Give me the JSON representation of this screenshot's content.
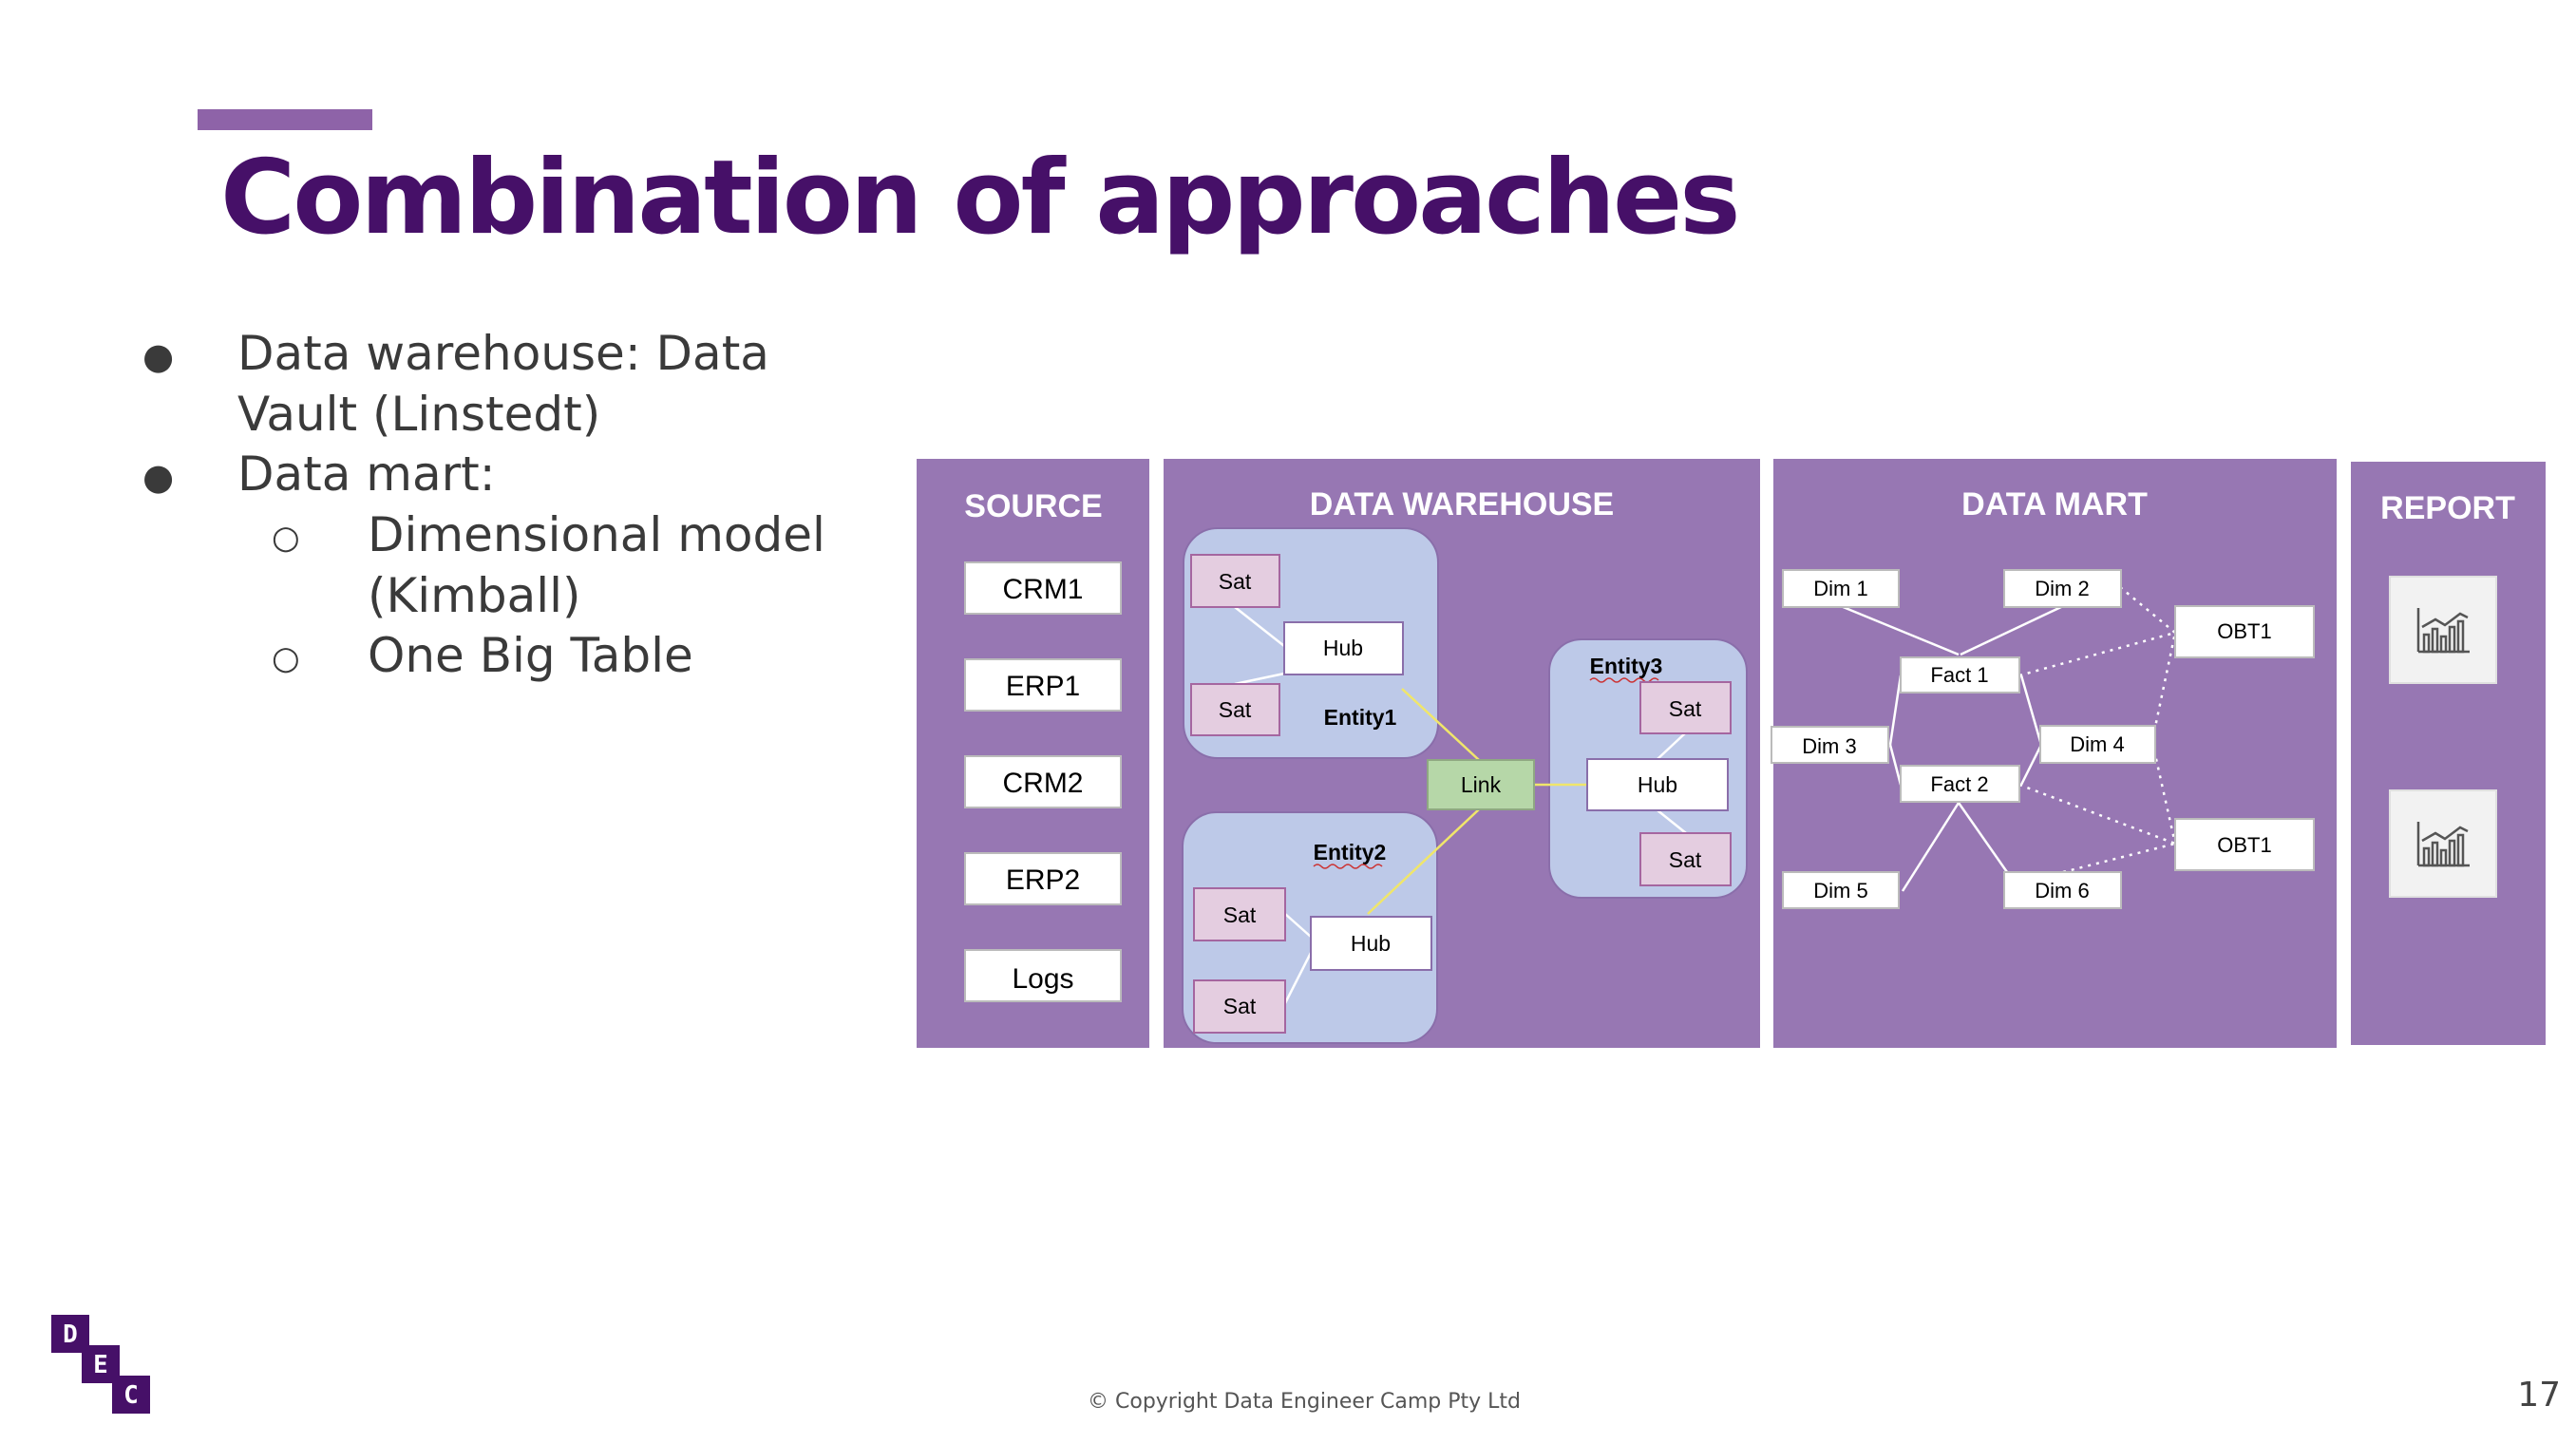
{
  "slide": {
    "title": "Combination of approaches",
    "bullets": [
      {
        "lines": [
          "Data warehouse: Data",
          "Vault (Linstedt)"
        ]
      },
      {
        "lines": [
          "Data mart:"
        ],
        "children": [
          {
            "lines": [
              "Dimensional model",
              "(Kimball)"
            ]
          },
          {
            "lines": [
              "One Big Table"
            ]
          }
        ]
      }
    ],
    "bullet_glyph": "●",
    "sub_bullet_glyph": "○",
    "footer": "© Copyright Data Engineer Camp Pty Ltd",
    "page_number": "17",
    "logo_letters": [
      "D",
      "E",
      "C"
    ]
  },
  "diagram": {
    "colors": {
      "panel": "#9777b3",
      "entity": "#bdc9e8",
      "sat": "#e4cde0",
      "link": "#b6d7a8",
      "connector": "#ffffff",
      "link_connector": "#f0e66a",
      "brand": "#461068"
    },
    "panels": {
      "source": "SOURCE",
      "warehouse": "DATA WAREHOUSE",
      "mart": "DATA MART",
      "report": "REPORT"
    },
    "sources": [
      "CRM1",
      "ERP1",
      "CRM2",
      "ERP2",
      "Logs"
    ],
    "entities": {
      "entity1": {
        "label": "Entity1",
        "hub": "Hub",
        "sat_a": "Sat",
        "sat_b": "Sat"
      },
      "entity2": {
        "label": "Entity2",
        "hub": "Hub",
        "sat_a": "Sat",
        "sat_b": "Sat"
      },
      "entity3": {
        "label": "Entity3",
        "hub": "Hub",
        "sat_a": "Sat",
        "sat_b": "Sat"
      },
      "link": "Link"
    },
    "mart": {
      "dim1": "Dim 1",
      "dim2": "Dim 2",
      "dim3": "Dim 3",
      "dim4": "Dim 4",
      "dim5": "Dim 5",
      "dim6": "Dim 6",
      "fact1": "Fact 1",
      "fact2": "Fact 2",
      "obt_a": "OBT1",
      "obt_b": "OBT1"
    },
    "report_icons": [
      "bar-chart-icon",
      "bar-chart-icon"
    ]
  }
}
